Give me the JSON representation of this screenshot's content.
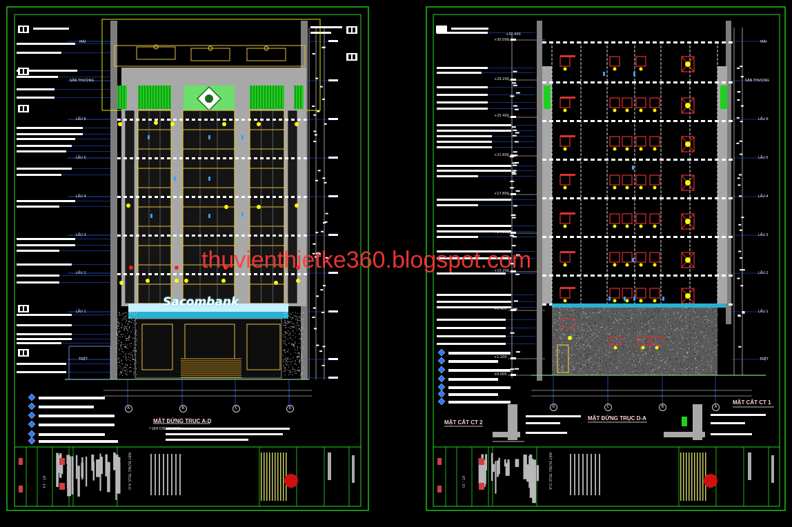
{
  "watermark": "thuvienthietke360.blogspot.com",
  "sheet1": {
    "drawing_title": "MẶT ĐỨNG TRỤC A-D",
    "note_title": "* GHI CHÚ CHUNG :",
    "sign_text": "Sacombank",
    "sheet_code": "KT - 14",
    "title_block_caption": "MẶT ĐỨNG TRỤC A-D",
    "levels": [
      "MÁI",
      "SÂN THƯỢNG",
      "LẦU 6",
      "LẦU 5",
      "LẦU 4",
      "LẦU 3",
      "LẦU 2",
      "LẦU 1",
      "TRỆT"
    ],
    "axes": [
      "A",
      "B",
      "C",
      "D"
    ]
  },
  "sheet2": {
    "drawing_title": "MẶT ĐỨNG TRỤC D-A",
    "section_left": "MẶT CẮT CT 2",
    "section_right": "MẶT CẮT CT 1",
    "sheet_code": "KT - 15",
    "title_block_caption": "MẶT ĐỨNG TRỤC D-A",
    "levels": [
      "MÁI",
      "SÂN THƯỢNG",
      "LẦU 6",
      "LẦU 5",
      "LẦU 4",
      "LẦU 3",
      "LẦU 2",
      "LẦU 1",
      "TRỆT"
    ],
    "elevations": [
      "+30.400",
      "+30.000",
      "+29.200",
      "+25.400",
      "+21.600",
      "+17.800",
      "+14.000",
      "+10.200",
      "+6.400",
      "+1.200",
      "±0.000"
    ],
    "axes": [
      "D",
      "C",
      "B",
      "A"
    ]
  },
  "colors": {
    "background": "#000000",
    "frame": "#20e020",
    "grid": "#3060ff",
    "wall": "#a8a8a8",
    "frame_window": "#e8c040",
    "light": "#ffff00",
    "green_panel": "#20d020",
    "room_box": "#e03030",
    "watermark": "#ff3a3a"
  }
}
